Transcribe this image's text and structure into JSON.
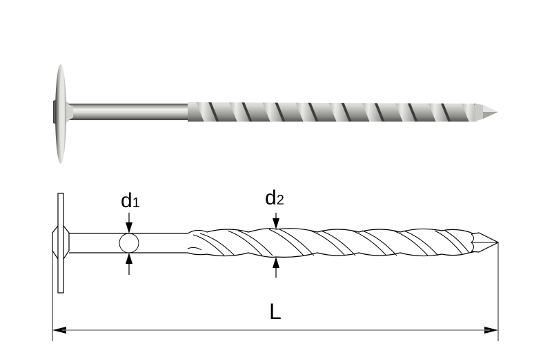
{
  "diagram": {
    "subject": "Twisted washer-head nail (rendered view and technical drawing)",
    "labels": {
      "d1": "d",
      "d1_sub": "1",
      "d2": "d",
      "d2_sub": "2",
      "length": "L"
    },
    "colors": {
      "line": "#000000",
      "dimension_line": "#808080",
      "steel_light": "#eeeeee",
      "steel_mid": "#b9b9b6",
      "steel_dark": "#4a4a48",
      "background": "#ffffff"
    }
  }
}
